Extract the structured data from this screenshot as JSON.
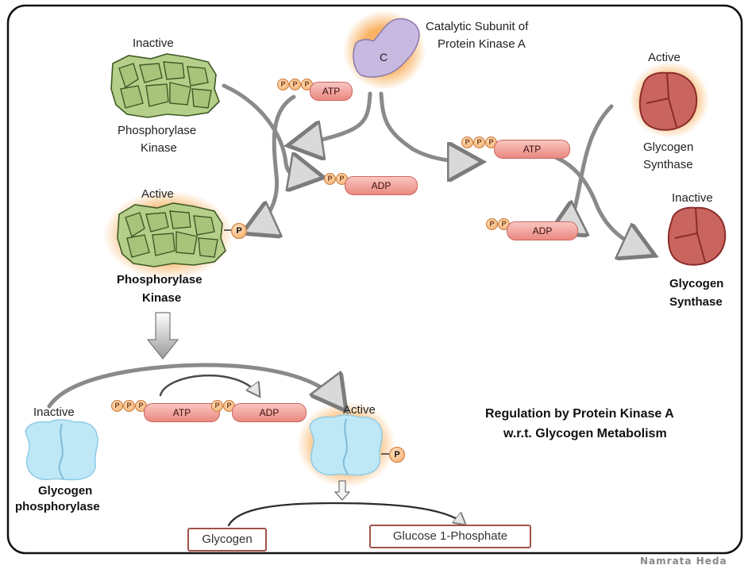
{
  "labels": {
    "pk_subunit_line1": "Catalytic Subunit of",
    "pk_subunit_line2": "Protein Kinase A",
    "pk_c": "C",
    "phk_inactive_state": "Inactive",
    "phk_inactive_name1": "Phosphorylase",
    "phk_inactive_name2": "Kinase",
    "phk_active_state": "Active",
    "phk_active_name1": "Phosphorylase",
    "phk_active_name2": "Kinase",
    "gs_active_state": "Active",
    "gs_active_name1": "Glycogen",
    "gs_active_name2": "Synthase",
    "gs_inactive_state": "Inactive",
    "gs_inactive_name1": "Glycogen",
    "gs_inactive_name2": "Synthase",
    "gp_inactive_state": "Inactive",
    "gp_inactive_name1": "Glycogen",
    "gp_inactive_name2": "phosphorylase",
    "gp_active_state": "Active",
    "title_line1": "Regulation by Protein Kinase A",
    "title_line2": "w.r.t. Glycogen Metabolism",
    "glycogen": "Glycogen",
    "glucose1p": "Glucose 1-Phosphate",
    "credit": "Namrata Heda"
  },
  "molecules": {
    "atp": "ATP",
    "adp": "ADP",
    "phosphate": "P"
  },
  "colors": {
    "frame": "#111111",
    "phk_green": "#b5cf8a",
    "gs_red": "#c9645f",
    "gp_blue": "#bfe8f7",
    "pka_purple": "#c8b9e0",
    "glow": "#f7b25c",
    "nucleotide_pink": "#f29a92",
    "phosphate_orange": "#f5b97c",
    "arrow_grey": "#8a8a8a"
  }
}
